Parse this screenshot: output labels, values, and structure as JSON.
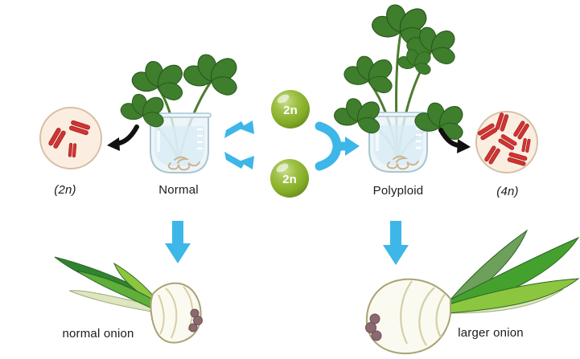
{
  "diagram": {
    "topic": "polyploidy-in-plants",
    "labels": {
      "cell_2n": "(2n)",
      "plant_normal": "Normal",
      "gamete_top": "2n",
      "gamete_bottom": "2n",
      "plant_polyploid": "Polyploid",
      "cell_4n": "(4n)",
      "onion_normal": "normal onion",
      "onion_large": "larger onion"
    },
    "colors": {
      "accent_cyan": "#3db6e8",
      "chromosome_red": "#d23333",
      "cell_fill": "#fbeee1",
      "cell_border": "#d5bfa6",
      "gamete_green": "#8cb032",
      "leaf_green": "#3e7e2c",
      "onion_bulb": "#fbfaf0",
      "arrow_black": "#111111"
    }
  }
}
